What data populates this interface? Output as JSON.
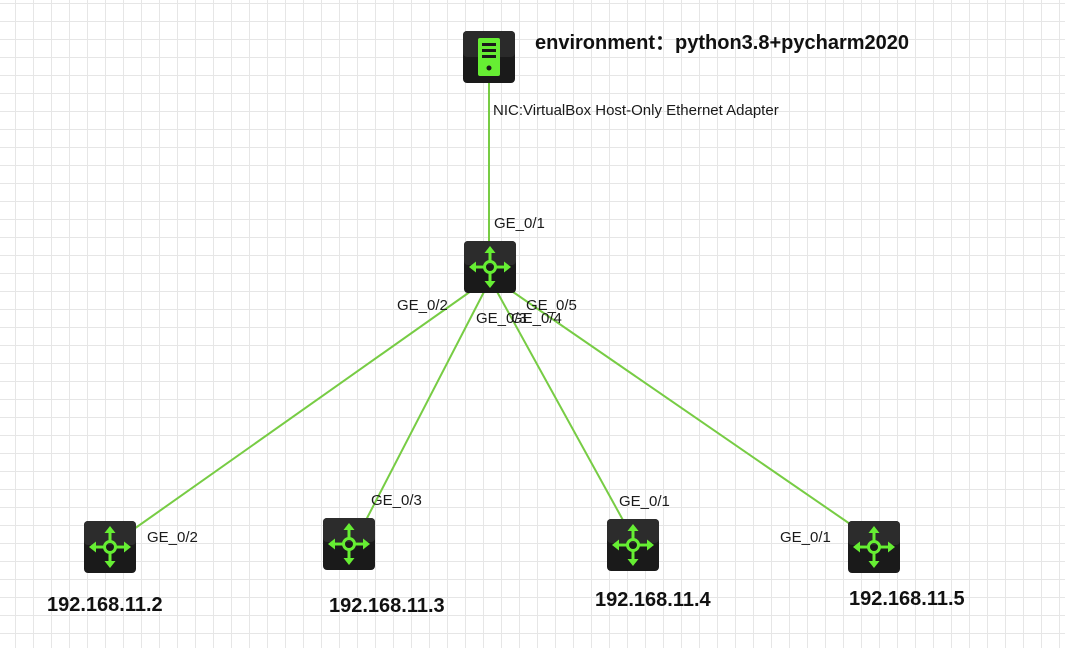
{
  "environment_label": "environment：python3.8+pycharm2020",
  "nic_label": "NIC:VirtualBox Host-Only Ethernet Adapter",
  "colors": {
    "link": "#77cc44",
    "icon_bg": "#1a1a1a",
    "icon_fg": "#66ee33"
  },
  "nodes": {
    "host": {
      "icon": "server-icon"
    },
    "center_switch": {
      "icon": "router-icon"
    },
    "sw2": {
      "icon": "router-icon",
      "ip": "192.168.11.2"
    },
    "sw3": {
      "icon": "router-icon",
      "ip": "192.168.11.3"
    },
    "sw4": {
      "icon": "router-icon",
      "ip": "192.168.11.4"
    },
    "sw5": {
      "icon": "router-icon",
      "ip": "192.168.11.5"
    }
  },
  "ports": {
    "center_up": "GE_0/1",
    "center_to_sw2": "GE_0/2",
    "center_to_sw3": "GE_0/3",
    "center_to_sw4": "GE_0/4",
    "center_to_sw5": "GE_0/5",
    "sw2": "GE_0/2",
    "sw3": "GE_0/3",
    "sw4": "GE_0/1",
    "sw5": "GE_0/1"
  }
}
